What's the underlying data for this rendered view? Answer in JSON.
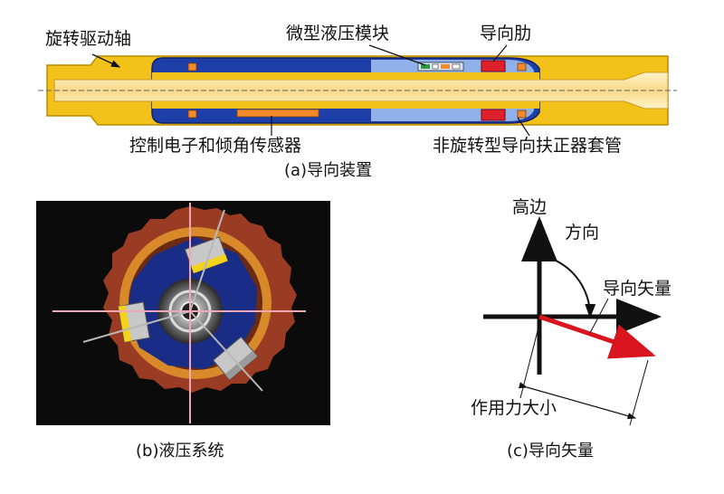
{
  "panel_a": {
    "label_shaft": "旋转驱动轴",
    "label_hydraulic_module": "微型液压模块",
    "label_guide_rib": "导向肋",
    "label_electronics": "控制电子和倾角传感器",
    "label_sleeve": "非旋转型导向扶正器套管",
    "caption": "(a)导向装置"
  },
  "panel_b": {
    "caption": "(b)液压系统"
  },
  "panel_c": {
    "label_high_side": "高边",
    "label_direction": "方向",
    "label_vector": "导向矢量",
    "label_magnitude": "作用力大小",
    "caption": "(c)导向矢量"
  },
  "colors": {
    "shaft_yellow": "#f2c21a",
    "housing_blue": "#1f3fa8",
    "electronics_orange": "#f08a2a",
    "rib_red": "#e0202a",
    "vector_red": "#d8141e",
    "panel_b_bg": "#0b0b0b",
    "formation_brown": "#9a3c24",
    "crosshair_pink": "#f4a6b6"
  }
}
